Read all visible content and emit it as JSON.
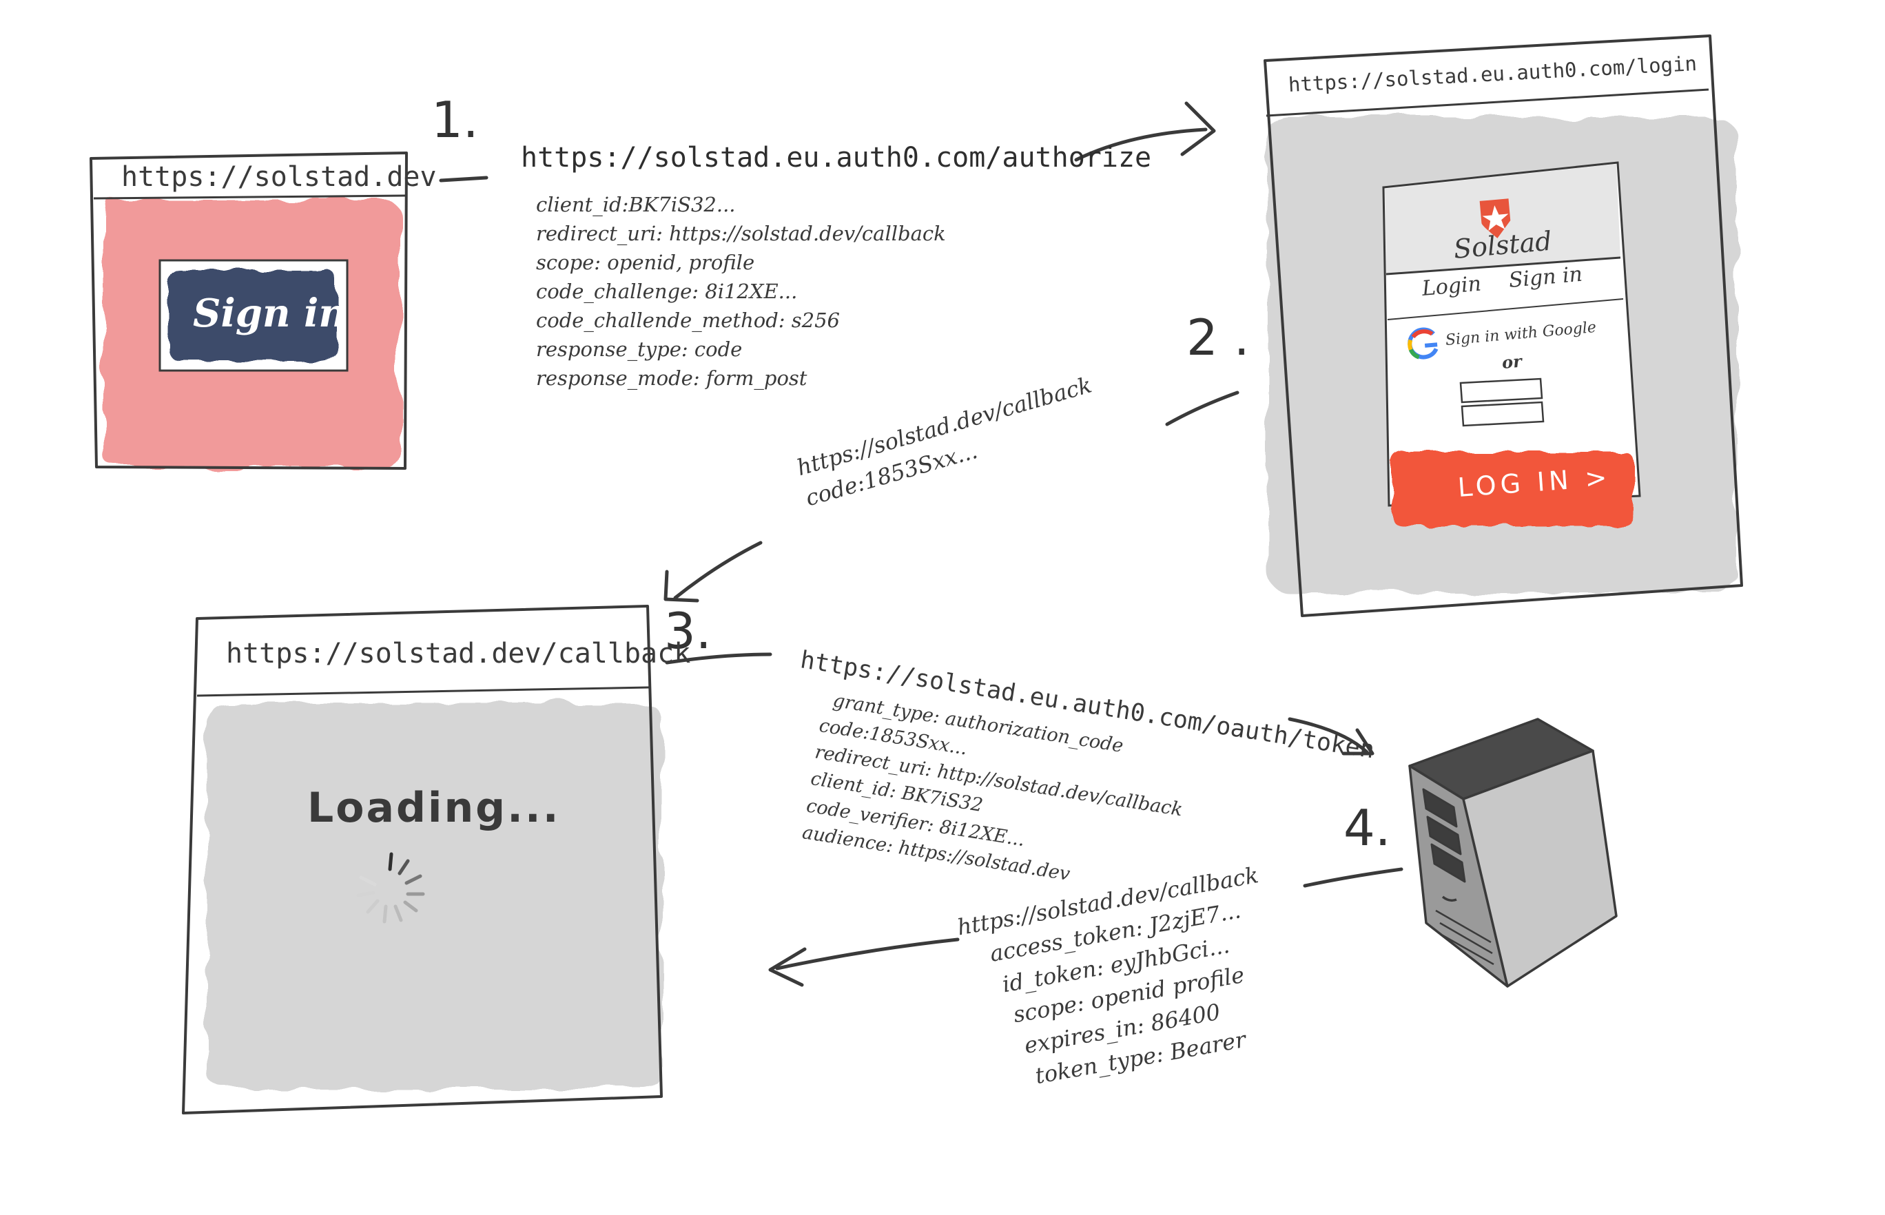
{
  "steps": {
    "s1": "1.",
    "s2": "2 .",
    "s3": "3.",
    "s4": "4."
  },
  "site_window": {
    "url": "https://solstad.dev",
    "button_label": "Sign in"
  },
  "authorize_request": {
    "url": "https://solstad.eu.auth0.com/authorize",
    "params": [
      "client_id:BK7iS32...",
      "redirect_uri: https://solstad.dev/callback",
      "scope: openid, profile",
      "code_challenge: 8i12XE...",
      "code_challende_method: s256",
      "response_type: code",
      "response_mode: form_post"
    ]
  },
  "login_window": {
    "url": "https://solstad.eu.auth0.com/login",
    "brand": "Solstad",
    "tabs": [
      "Login",
      "Sign in"
    ],
    "google_button": "Sign in with Google",
    "or_label": "or",
    "login_button": "LOG IN >"
  },
  "callback_redirect": {
    "url": "https://solstad.dev/callback",
    "params": [
      "code:1853Sxx..."
    ]
  },
  "callback_window": {
    "url": "https://solstad.dev/callback",
    "loading_text": "Loading..."
  },
  "token_request": {
    "url": "https://solstad.eu.auth0.com/oauth/token",
    "params": [
      "grant_type: authorization_code",
      "code:1853Sxx...",
      "redirect_uri: http://solstad.dev/callback",
      "client_id: BK7iS32",
      "code_verifier: 8i12XE...",
      "audience: https://solstad.dev"
    ]
  },
  "token_response": {
    "url": "https://solstad.dev/callback",
    "params": [
      "access_token: J2zjE7...",
      "id_token: eyJhbGci...",
      "scope: openid profile",
      "expires_in: 86400",
      "token_type: Bearer"
    ]
  },
  "colors": {
    "stroke": "#3a3a3a",
    "pink": "#f19a9a",
    "navy": "#3c4b6b",
    "gray_fill": "#d6d6d6",
    "login_orange": "#f2563b",
    "brand_red": "#e8553c",
    "server_dark": "#4a4a4a",
    "server_mid": "#9a9a9a",
    "server_light": "#c8c8c8"
  }
}
